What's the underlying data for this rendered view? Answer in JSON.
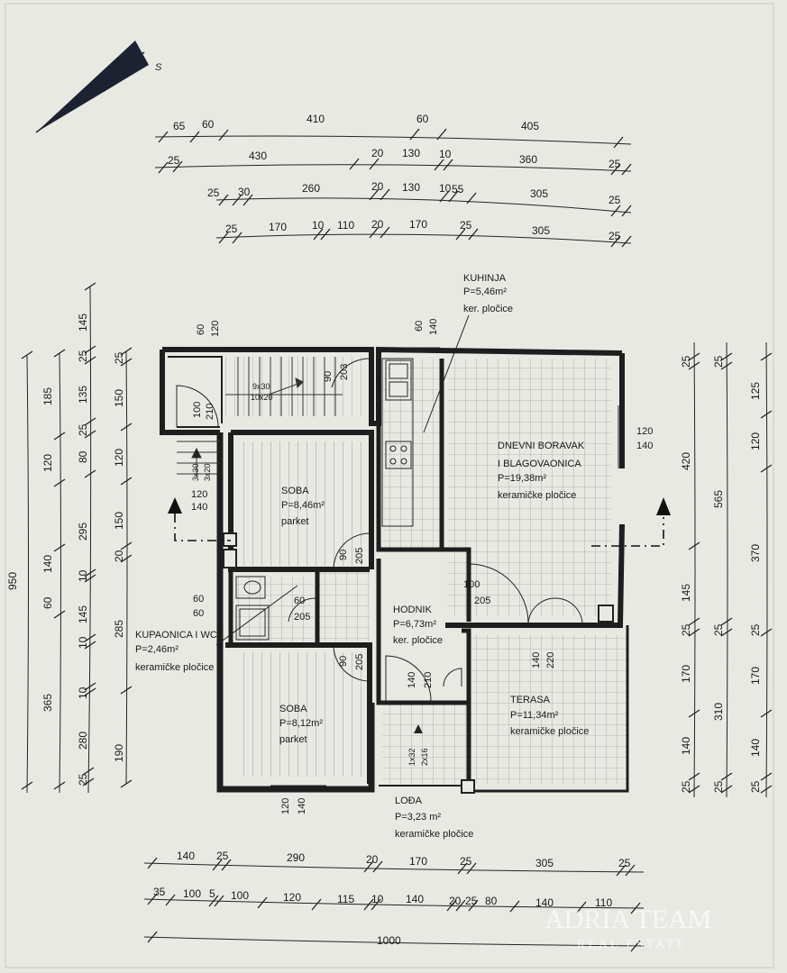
{
  "compass": {
    "letter": "S"
  },
  "top_dims": [
    [
      "65",
      "60",
      "410",
      "60",
      "405"
    ],
    [
      "25",
      "430",
      "20",
      "130",
      "10",
      "360",
      "25"
    ],
    [
      "25",
      "30",
      "260",
      "20",
      "130",
      "10",
      "55",
      "305",
      "25"
    ],
    [
      "25",
      "170",
      "10",
      "110",
      "20",
      "170",
      "25",
      "305",
      "25"
    ]
  ],
  "bottom_dims": {
    "row1": [
      "140",
      "25",
      "290",
      "20",
      "170",
      "25",
      "305",
      "25"
    ],
    "row2": [
      "35",
      "100",
      "5",
      "100",
      "120",
      "115",
      "10",
      "140",
      "20",
      "25",
      "80",
      "140",
      "110"
    ],
    "total": "1000"
  },
  "left_dims": {
    "total": "950",
    "col2": [
      "185",
      "120",
      "140",
      "60",
      "365"
    ],
    "col3": [
      "145",
      "25",
      "135",
      "25",
      "80",
      "295",
      "10",
      "145",
      "10",
      "280",
      "10",
      "25"
    ],
    "col4": [
      "25",
      "150",
      "120",
      "150",
      "20",
      "285",
      "190"
    ]
  },
  "right_dims": {
    "col1": [
      "25",
      "420",
      "145",
      "25",
      "170",
      "140",
      "25"
    ],
    "col2": [
      "25",
      "565",
      "25",
      "310",
      "25"
    ],
    "col3": [
      "125",
      "120",
      "370",
      "25",
      "170",
      "140",
      "25"
    ]
  },
  "rooms": {
    "kuhinja": {
      "name": "KUHINJA",
      "area": "P=5,46m²",
      "floor": "ker. pločice"
    },
    "dnevni": {
      "name1": "DNEVNI BORAVAK",
      "name2": "I BLAGOVAONICA",
      "area": "P=19,38m²",
      "floor": "keramičke pločice"
    },
    "soba1": {
      "name": "SOBA",
      "area": "P=8,46m²",
      "floor": "parket"
    },
    "soba2": {
      "name": "SOBA",
      "area": "P=8,12m²",
      "floor": "parket"
    },
    "hodnik": {
      "name": "HODNIK",
      "area": "P=6,73m²",
      "floor": "ker. pločice"
    },
    "kupaonica": {
      "name": "KUPAONICA I WC",
      "area": "P=2,46m²",
      "floor": "keramičke pločice"
    },
    "terasa": {
      "name": "TERASA",
      "area": "P=11,34m²",
      "floor": "keramičke pločice"
    },
    "loda": {
      "name": "LOĐA",
      "area": "P=3,23 m²",
      "floor": "keramičke pločice"
    }
  },
  "openings": {
    "stair_door": [
      "100",
      "210"
    ],
    "stair_top": [
      "60",
      "120"
    ],
    "stair_steps": [
      "9x30",
      "10x20"
    ],
    "stair_side": [
      "3x30",
      "3x20"
    ],
    "stair_win": [
      "90",
      "203"
    ],
    "kitchen_win": [
      "60",
      "140"
    ],
    "living_win": [
      "120",
      "140"
    ],
    "soba1_win": [
      "120",
      "140"
    ],
    "soba1_door": [
      "90",
      "205"
    ],
    "bath_win": [
      "60",
      "60"
    ],
    "bath_door": [
      "60",
      "205"
    ],
    "soba2_door": [
      "90",
      "205"
    ],
    "soba2_win": [
      "120",
      "140"
    ],
    "hodnik_door": [
      "100",
      "205"
    ],
    "hodnik_door2": [
      "140",
      "210"
    ],
    "terasa_door": [
      "140",
      "220"
    ],
    "loda_steps": [
      "1x32",
      "2x16"
    ]
  },
  "watermark": {
    "line1": "ADRIA TEAM",
    "line2": "REAL ESTATE"
  }
}
